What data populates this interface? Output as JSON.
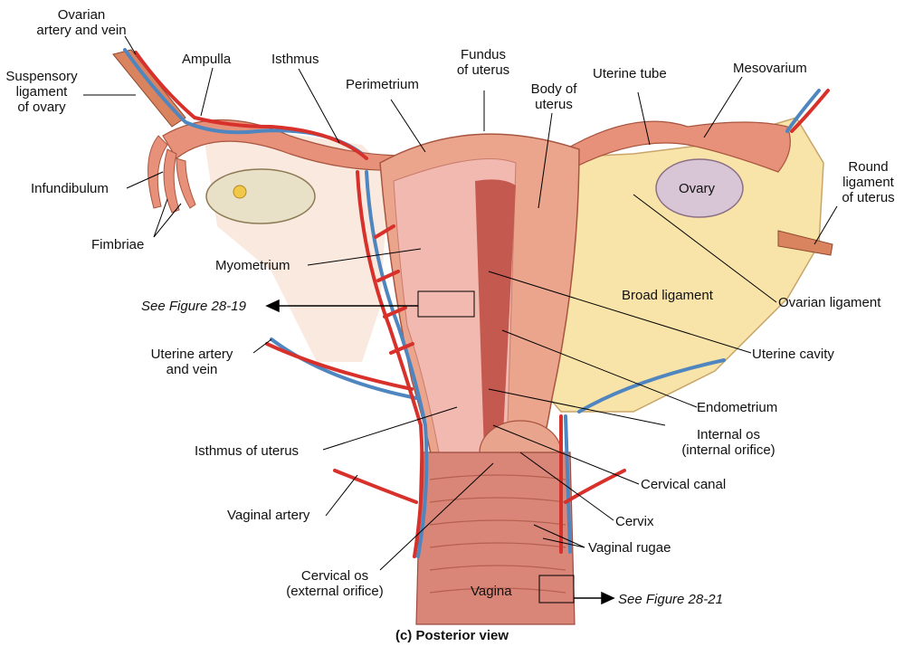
{
  "caption": "(c) Posterior view",
  "labels": {
    "ovarian_artery_vein": "Ovarian\nartery and vein",
    "suspensory_ligament": "Suspensory\nligament\nof ovary",
    "ampulla": "Ampulla",
    "isthmus": "Isthmus",
    "perimetrium": "Perimetrium",
    "fundus": "Fundus\nof uterus",
    "body_of_uterus": "Body of\nuterus",
    "uterine_tube": "Uterine tube",
    "mesovarium": "Mesovarium",
    "round_ligament": "Round\nligament\nof uterus",
    "infundibulum": "Infundibulum",
    "fimbriae": "Fimbriae",
    "ovary": "Ovary",
    "myometrium": "Myometrium",
    "see_fig_19": "See Figure 28-19",
    "broad_ligament": "Broad ligament",
    "ovarian_ligament": "Ovarian ligament",
    "uterine_artery_vein": "Uterine artery\nand vein",
    "uterine_cavity": "Uterine cavity",
    "endometrium": "Endometrium",
    "internal_os": "Internal os\n(internal orifice)",
    "isthmus_of_uterus": "Isthmus of uterus",
    "cervical_canal": "Cervical canal",
    "vaginal_artery": "Vaginal artery",
    "cervix": "Cervix",
    "vaginal_rugae": "Vaginal rugae",
    "cervical_os": "Cervical os\n(external orifice)",
    "vagina": "Vagina",
    "see_fig_21": "See Figure 28-21"
  },
  "colors": {
    "uterus_wall": "#eba58d",
    "endometrium": "#f2b9b0",
    "cavity": "#c45a4f",
    "broad_ligament": "#f8e3a8",
    "artery": "#d8302a",
    "vein": "#4f86c0",
    "ovary": "#e9e1c7",
    "vagina": "#d98578"
  }
}
